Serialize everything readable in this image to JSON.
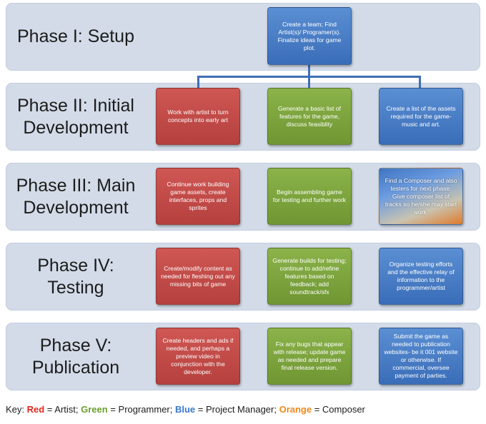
{
  "phases": [
    {
      "label": "Phase I: Setup"
    },
    {
      "label": "Phase II: Initial\nDevelopment"
    },
    {
      "label": "Phase III: Main\nDevelopment"
    },
    {
      "label": "Phase IV:\nTesting"
    },
    {
      "label": "Phase V:\nPublication"
    }
  ],
  "tasks": {
    "setup": "Create a team; Find Artist(s)/ Programer(s). Finalize ideas for game plot.",
    "initial_artist": "Work with artist to turn concepts into early art",
    "initial_programmer": "Generate a basic list of features for the game, discuss feasiblity",
    "initial_manager": "Create a list of the assets required for the game- music and art.",
    "main_artist": "Continue work building game assets, create interfaces, props and sprites",
    "main_programmer": "Begin assembling game for testing and further work",
    "main_composer": "Find a Composer and also testers for next phase. Give composer list of tracks so he/she may start work.",
    "testing_artist": "Create/modify content as needed for fleshing out any missing bits of game",
    "testing_programmer": "Generate builds for testing; continue to add/refine features based on feedback; add soundtrack/sfx",
    "testing_manager": "Organize testing efforts and the effective relay of information to the programmer/artist",
    "publication_artist": "Create headers and ads if needed, and perhaps a preview video in conjunction with the developer.",
    "publication_programmer": "Fix any bugs that appear with release; update game as needed and prepare final release version.",
    "publication_manager": "Submit the game as needed to publication websites- be it 001 website or otherwise. If commercial, oversee payment of parties."
  },
  "key": {
    "prefix": "Key: ",
    "red": "Red",
    "red_role": " = Artist; ",
    "green": "Green",
    "green_role": " = Programmer; ",
    "blue": "Blue",
    "blue_role": " = Project Manager; ",
    "orange": "Orange",
    "orange_role": " = Composer"
  },
  "colors": {
    "artist": "#c0504d",
    "programmer": "#77a33a",
    "manager": "#4a7fc8",
    "composer": "#e07b2a",
    "band": "#d3dbe8"
  }
}
